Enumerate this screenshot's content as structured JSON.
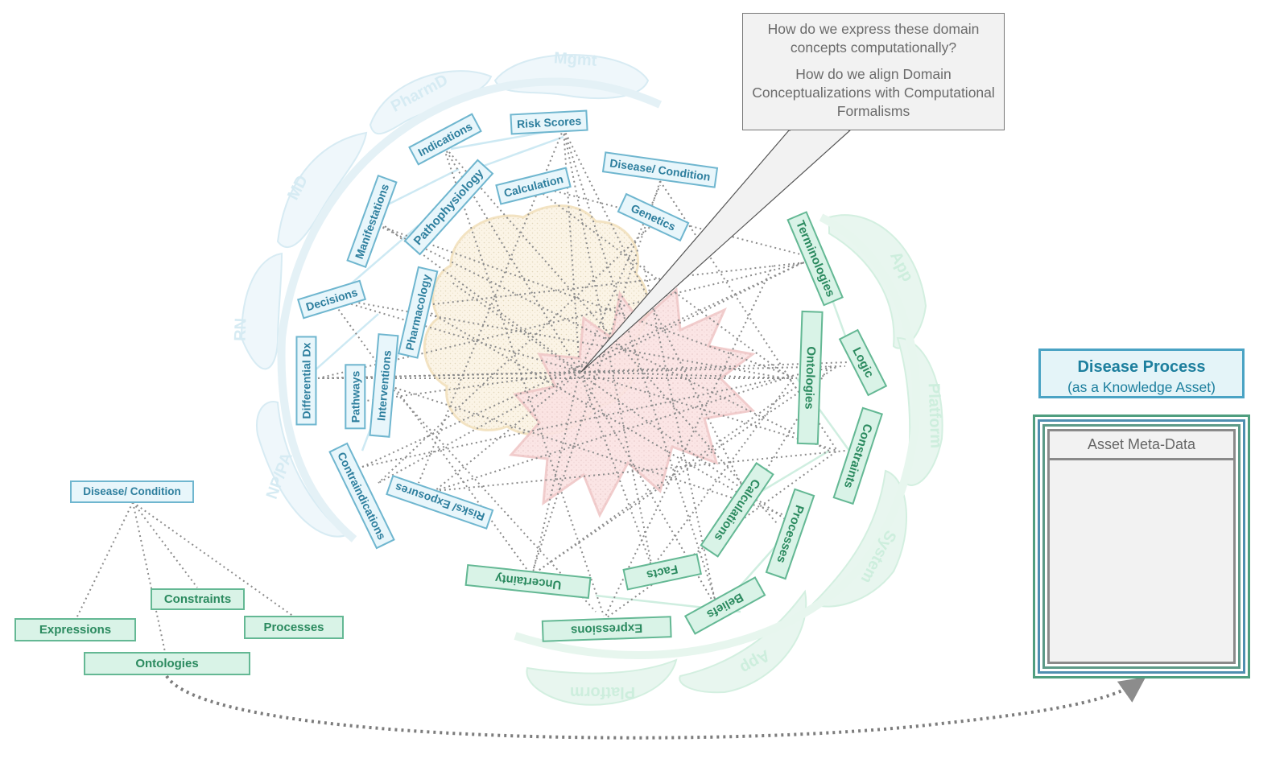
{
  "callout": {
    "line1": "How do we express these domain concepts computationally?",
    "line2": "How do we align Domain Conceptualizations with Computational Formalisms"
  },
  "domain_concepts": {
    "risk_scores": "Risk Scores",
    "indications": "Indications",
    "disease_condition": "Disease/ Condition",
    "calculation": "Calculation",
    "pathophysiology": "Pathophysiology",
    "genetics": "Genetics",
    "manifestations": "Manifestations",
    "pharmacology": "Pharmacology",
    "decisions": "Decisions",
    "differential_dx": "Differential Dx",
    "pathways": "Pathways",
    "interventions": "Interventions",
    "contraindications": "Contraindications",
    "risks_exposures": "Risks/ Exposures"
  },
  "formalisms": {
    "terminologies": "Terminologies",
    "ontologies": "Ontologies",
    "logic": "Logic",
    "constraints": "Constraints",
    "calculations": "Calculations",
    "processes": "Processes",
    "facts": "Facts",
    "beliefs": "Beliefs",
    "uncertainty": "Uncertainty",
    "expressions": "Expressions"
  },
  "roles": {
    "mgmt": "Mgmt",
    "pharmd": "PharmD",
    "md": "MD",
    "rn": "RN",
    "npipa": "NP/PA",
    "app": "App",
    "platform": "Platform",
    "system": "System",
    "app2": "App",
    "platform2": "Platform"
  },
  "tree": {
    "root": "Disease/ Condition",
    "constraints": "Constraints",
    "expressions": "Expressions",
    "processes": "Processes",
    "ontologies": "Ontologies"
  },
  "asset": {
    "title": "Disease Process",
    "subtitle": "(as a Knowledge Asset)",
    "meta_header": "Asset Meta-Data"
  },
  "colors": {
    "domain_blue": "#6fb6cf",
    "formalism_green": "#64b894",
    "dotted_gray": "#8c8c8c"
  }
}
